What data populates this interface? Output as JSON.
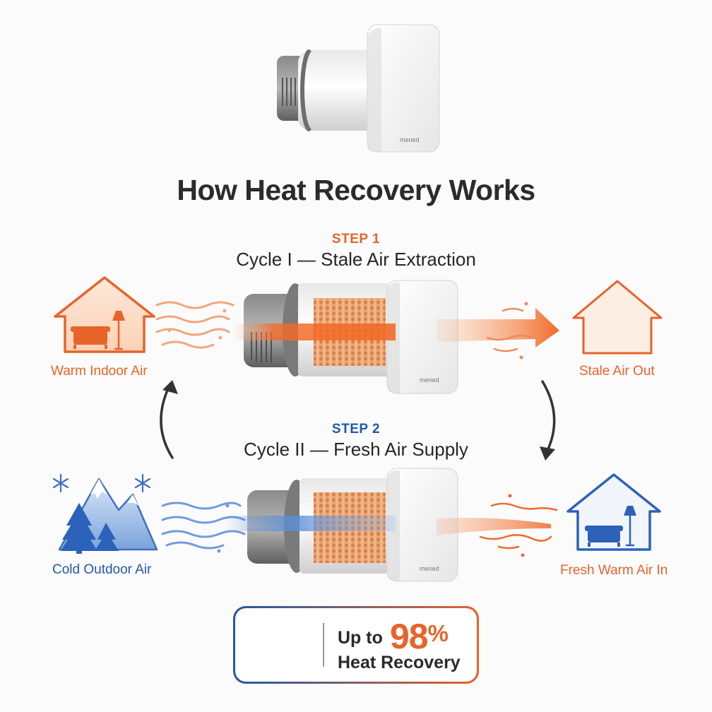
{
  "header": {
    "title": "How Heat Recovery Works",
    "brand_mark": "mened"
  },
  "cycle1": {
    "step": "STEP 1",
    "title": "Cycle I — Stale Air Extraction",
    "left_label": "Warm Indoor Air",
    "right_label": "Stale Air Out"
  },
  "cycle2": {
    "step": "STEP 2",
    "title": "Cycle II — Fresh Air Supply",
    "left_label": "Cold Outdoor Air",
    "right_label": "Fresh Warm Air In"
  },
  "badge": {
    "prefix": "Up to",
    "percent": "98",
    "percent_sign": "%",
    "suffix": "Heat Recovery"
  },
  "colors": {
    "orange": "#e8632a",
    "blue": "#1e5aa8",
    "text": "#2b2b2b"
  },
  "icons": {
    "warm_house": "house-sofa-lamp-icon",
    "stale_house": "house-outline-icon",
    "cold_outdoor": "mountains-trees-snowflakes-icon",
    "fresh_house": "house-sofa-lamp-icon",
    "badge": "thermometer-cycle-icon"
  }
}
